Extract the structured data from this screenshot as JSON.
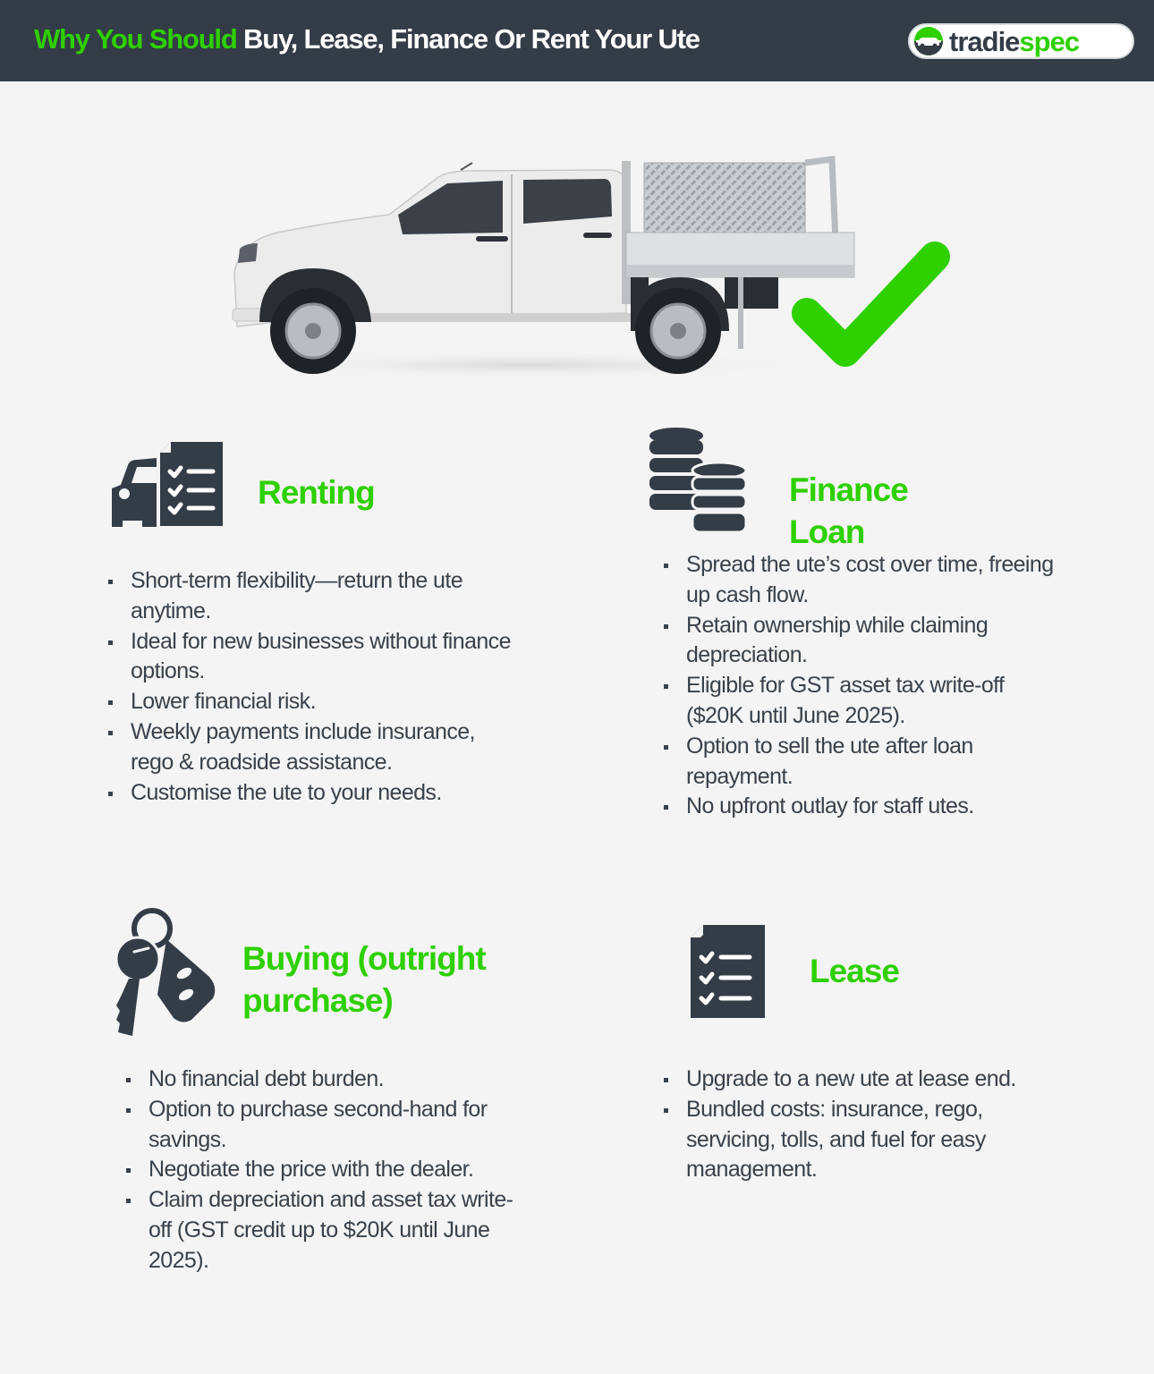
{
  "header": {
    "title_accent": "Why You Should",
    "title_rest": "Buy, Lease, Finance Or Rent Your Ute",
    "logo": {
      "part1": "tradie",
      "part2": "spec",
      "icon": "car-dome-logo-icon"
    }
  },
  "hero": {
    "image": "white-dual-cab-ute-with-toolbox-tray",
    "badge_icon": "green-checkmark-icon"
  },
  "colors": {
    "header_bg": "#333c47",
    "accent_green": "#2ed000",
    "page_bg": "#f4f4f4",
    "text": "#39414a",
    "icon": "#333c47"
  },
  "sections": {
    "renting": {
      "title": "Renting",
      "icon": "car-checklist-icon",
      "bullets": [
        "Short-term flexibility—return the ute anytime.",
        "Ideal for new businesses without finance options.",
        "Lower financial risk.",
        "Weekly payments include insurance, rego & roadside assistance.",
        "Customise the ute to your needs."
      ]
    },
    "finance": {
      "title": "Finance Loan",
      "icon": "coin-stacks-icon",
      "bullets": [
        "Spread the ute’s cost over time, freeing up cash flow.",
        "Retain ownership while claiming depreciation.",
        "Eligible for GST asset tax write-off ($20K until June 2025).",
        "Option to sell the ute after loan repayment.",
        "No upfront outlay for staff utes."
      ]
    },
    "buying": {
      "title": "Buying (outright purchase)",
      "icon": "car-keys-icon",
      "bullets": [
        "No financial debt burden.",
        "Option to purchase second-hand for savings.",
        "Negotiate the price with the dealer.",
        "Claim depreciation and asset tax write-off (GST credit up to $20K until June 2025)."
      ]
    },
    "lease": {
      "title": "Lease",
      "icon": "checklist-document-icon",
      "bullets": [
        "Upgrade to a new ute at lease end.",
        "Bundled costs: insurance, rego, servicing, tolls, and fuel for easy management."
      ]
    }
  }
}
